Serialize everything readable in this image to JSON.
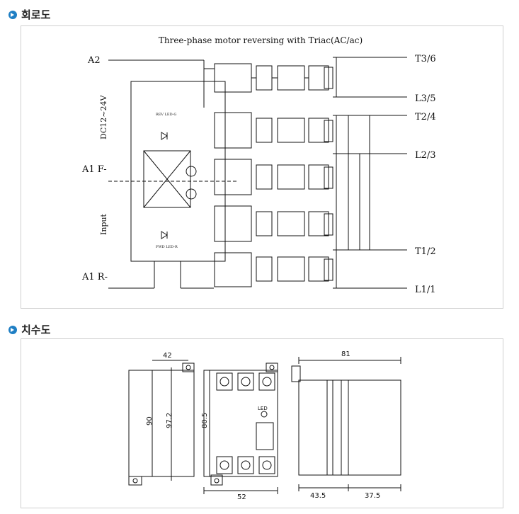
{
  "sections": {
    "circuit_title": "회로도",
    "dimension_title": "치수도"
  },
  "circuit": {
    "title": "Three-phase motor reversing with Triac(AC/ac)",
    "terminals": {
      "a2": "A2",
      "a1f": "A1 F-",
      "a1r": "A1 R-",
      "t3_6": "T3/6",
      "l3_5": "L3/5",
      "t2_4": "T2/4",
      "l2_3": "L2/3",
      "t1_2": "T1/2",
      "l1_1": "L1/1"
    },
    "supply_label": "DC12~24V",
    "input_label": "Input",
    "rev_led": "REV LED-G",
    "fwd_led": "FWD LED-R"
  },
  "dimensions": {
    "side_width": "42",
    "side_inner_height": "90",
    "side_height": "97.2",
    "front_height": "80.5",
    "front_width": "52",
    "led_label": "LED",
    "depth_total": "81",
    "depth_a": "43.5",
    "depth_b": "37.5"
  }
}
